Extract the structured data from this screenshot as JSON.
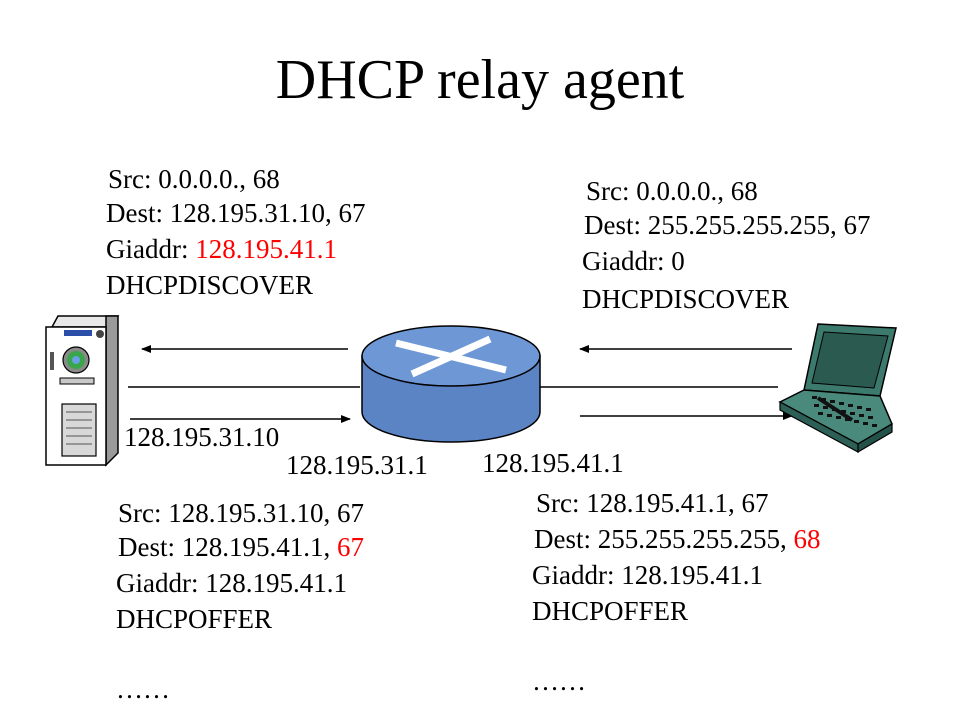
{
  "title": "DHCP relay agent",
  "accent_color": "#ff0000",
  "device_fill": "#5b84c4",
  "laptop_fill": "#3d7a6e",
  "packets": {
    "client_discover": {
      "src": "Src: 0.0.0.0., 68",
      "dest": "Dest: 255.255.255.255, 67",
      "giaddr": "Giaddr: 0",
      "msg": "DHCPDISCOVER"
    },
    "relay_discover": {
      "src": "Src: 0.0.0.0., 68",
      "dest_prefix": "Dest: 128.195.31.10, 67",
      "giaddr_label": "Giaddr: ",
      "giaddr_value": "128.195.41.1",
      "msg": "DHCPDISCOVER"
    },
    "server_offer": {
      "src": "Src: 128.195.31.10, 67",
      "dest_prefix": "Dest: 128.195.41.1, ",
      "dest_port": "67",
      "giaddr": "Giaddr: 128.195.41.1",
      "msg": "DHCPOFFER",
      "ellipsis": "……"
    },
    "relay_offer": {
      "src": "Src: 128.195.41.1, 67",
      "dest_prefix": "Dest: 255.255.255.255, ",
      "dest_port": "68",
      "giaddr": "Giaddr: 128.195.41.1",
      "msg": "DHCPOFFER",
      "ellipsis": "……"
    }
  },
  "addresses": {
    "server": "128.195.31.10",
    "relay_left": "128.195.31.1",
    "relay_right": "128.195.41.1"
  },
  "icons": {
    "server": "server-tower-icon",
    "router": "router-icon",
    "laptop": "laptop-icon"
  }
}
